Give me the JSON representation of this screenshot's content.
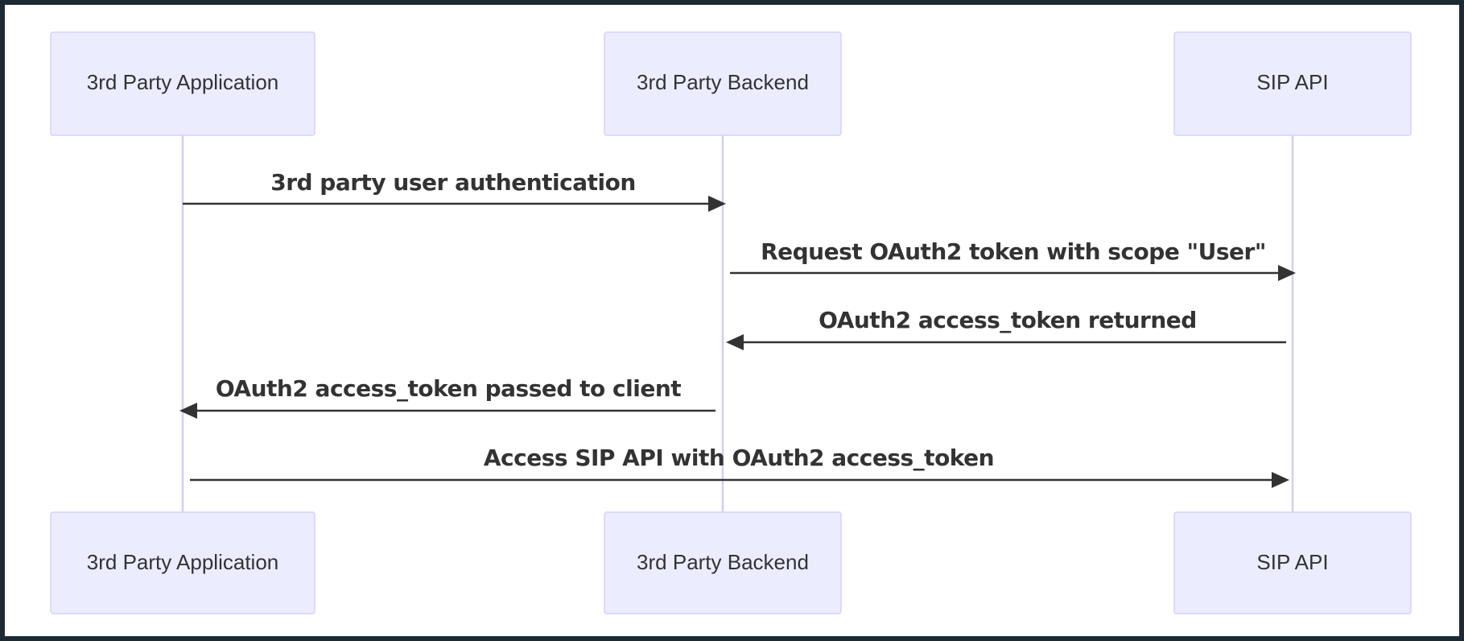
{
  "actors": [
    {
      "id": "app",
      "label": "3rd Party Application"
    },
    {
      "id": "backend",
      "label": "3rd Party Backend"
    },
    {
      "id": "sip",
      "label": "SIP API"
    }
  ],
  "messages": [
    {
      "from": "app",
      "to": "backend",
      "text": "3rd party user authentication"
    },
    {
      "from": "backend",
      "to": "sip",
      "text": "Request OAuth2 token with scope \"User\""
    },
    {
      "from": "sip",
      "to": "backend",
      "text": "OAuth2 access_token returned"
    },
    {
      "from": "backend",
      "to": "app",
      "text": "OAuth2 access_token passed to client"
    },
    {
      "from": "app",
      "to": "sip",
      "text": "Access SIP API with OAuth2 access_token"
    }
  ]
}
